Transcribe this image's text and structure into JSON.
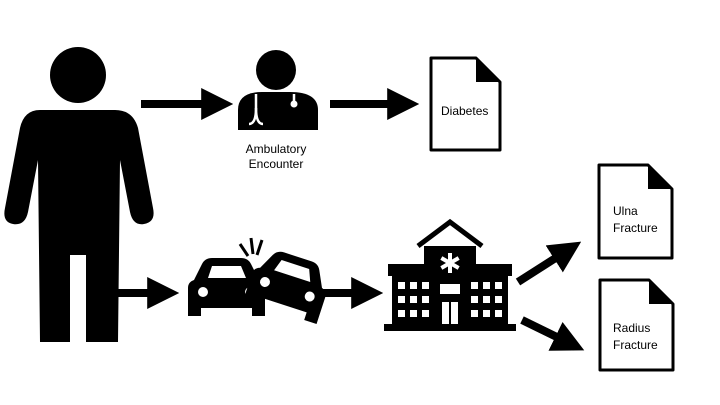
{
  "nodes": {
    "encounter": {
      "line1": "Ambulatory",
      "line2": "Encounter"
    },
    "doc_diabetes": {
      "text": "Diabetes"
    },
    "doc_ulna": {
      "line1": "Ulna",
      "line2": "Fracture"
    },
    "doc_radius": {
      "line1": "Radius",
      "line2": "Fracture"
    }
  },
  "icons": {
    "patient": "person-icon",
    "doctor": "doctor-icon",
    "crash": "car-crash-icon",
    "hospital": "hospital-icon"
  },
  "colors": {
    "foreground": "#000000",
    "background": "#ffffff"
  }
}
